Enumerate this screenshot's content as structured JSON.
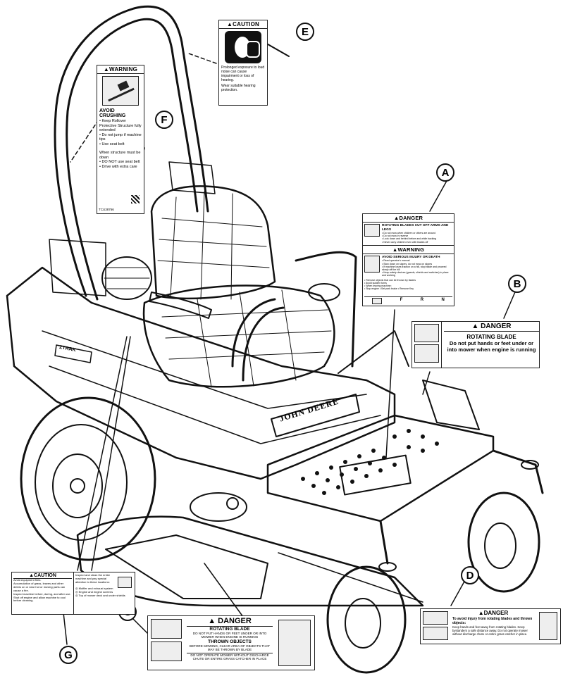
{
  "callouts": [
    "A",
    "B",
    "C",
    "D",
    "E",
    "F",
    "G"
  ],
  "decals": {
    "e": {
      "header": "CAUTION",
      "icon": "hearing-protection-icon",
      "line1": "Prolonged exposure to loud noise can cause impairment or loss of hearing.",
      "line2": "Wear suitable hearing protection."
    },
    "f": {
      "header": "WARNING",
      "icon": "rollover-icon",
      "title": "AVOID CRUSHING",
      "items": [
        "• Keep Rollover Protective Structure fully extended",
        "• Do not jump if machine tips",
        "• Use seat belt"
      ],
      "sub": "When structure must be down",
      "items2": [
        "• DO NOT use seat belt",
        "• Drive with extra care"
      ],
      "code": "TCU38766"
    },
    "a": {
      "header1": "DANGER",
      "line1": "ROTATING BLADES CUT OFF ARMS AND LEGS",
      "small1": [
        "• Do not mow when children or others are around",
        "• Do not mow in reverse",
        "• Look down and behind before and while backing",
        "• Never carry children even with blades off"
      ],
      "header2": "WARNING",
      "line2": "AVOID SERIOUS INJURY OR DEATH",
      "small2": [
        "• Read operator's manual",
        "• Slow down on slopes, do not mow on slopes",
        "• If machine loses traction on a hill, stop blade and proceed slowly off the hill",
        "• Keep safety devices (guards, shields and switches) in place and working",
        "• Remove objects that can be thrown by blades",
        "• Avoid sudden turns",
        "• When leaving machine:",
        "• Stop engine  • Set park brake  • Remove Key"
      ],
      "footer": [
        "F",
        "R",
        "N"
      ]
    },
    "b": {
      "header": "DANGER",
      "title": "ROTATING BLADE",
      "text": "Do not put hands or feet under or into mower when engine is running"
    },
    "c": {
      "header": "DANGER",
      "line1": "ROTATING BLADE",
      "line2": "DO NOT PUT HANDS OR FEET UNDER OR INTO MOWER WHEN ENGINE IS RUNNING",
      "line3": "THROWN OBJECTS",
      "line4": "BEFORE MOWING, CLEAR AREA OF OBJECTS THAT MAY BE THROWN BY BLADE",
      "line5": "DO NOT OPERATE MOWER WITHOUT DISCHARGE CHUTE OR ENTIRE GRASS CATCHER IN PLACE"
    },
    "d": {
      "header": "DANGER",
      "line1": "To avoid injury from rotating blades and thrown objects:",
      "line2": "Keep hands and feet away from rotating blades. Keep bystanders a safe distance away. Do not operate mower without discharge chute or entire grass catcher in place."
    },
    "g": {
      "header": "CAUTION",
      "left": [
        "Avoid equipment fires.",
        "Accumulation of grass, leaves and other debris on or near hot or moving parts can cause a fire.",
        "Inspect machine before, during, and after use.",
        "Shut off engine and allow machine to cool before cleaning."
      ],
      "right": [
        "Inspect and clean the entire machine and pay special attention to these locations:"
      ],
      "list": [
        "Muffler and exhaust system",
        "Engine and engine screens",
        "Top of mower deck and under shields"
      ]
    }
  },
  "machine": {
    "brand": "JOHN DEERE",
    "model_badge": "ZTRAK"
  }
}
